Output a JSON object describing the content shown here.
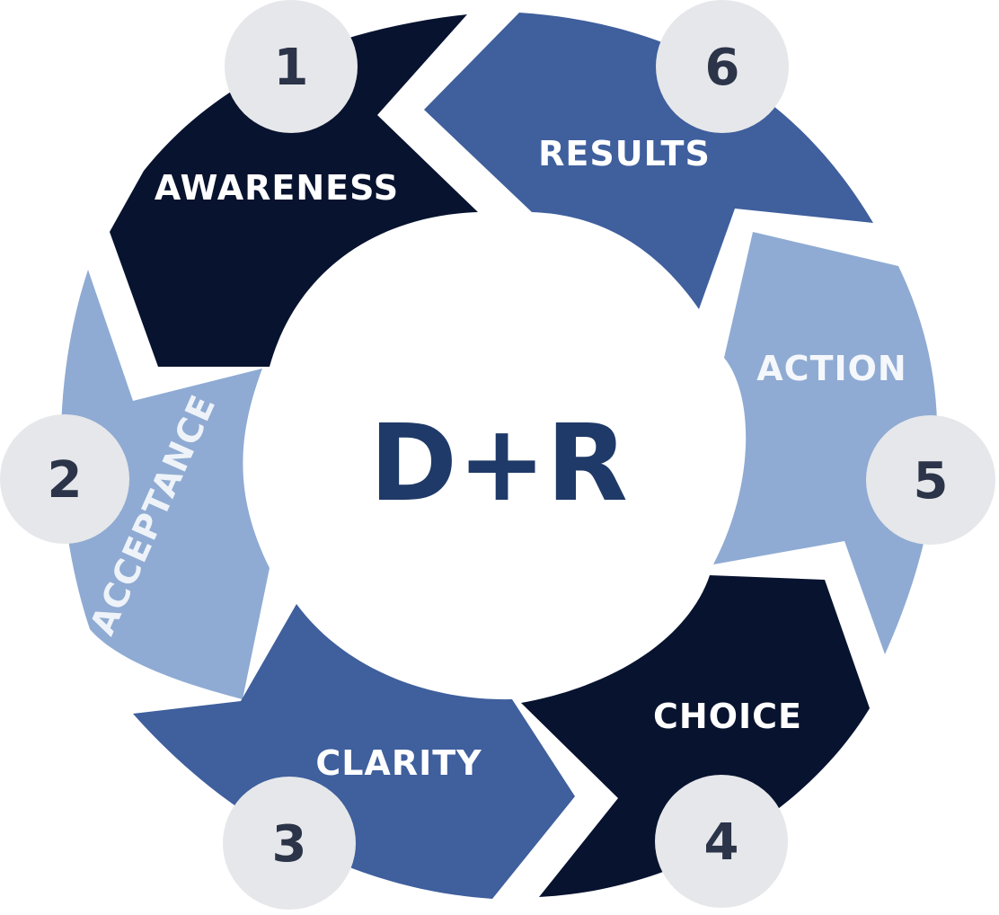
{
  "diagram": {
    "center_label": "D+R",
    "colors": {
      "dark": "#07132f",
      "medium": "#3f5f9d",
      "light": "#8fabd3",
      "badge": "#e6e7ea",
      "number": "#2b3448",
      "center": "#1f3a68"
    },
    "steps": [
      {
        "number": "1",
        "label": "AWARENESS",
        "shade": "dark"
      },
      {
        "number": "2",
        "label": "ACCEPTANCE",
        "shade": "light"
      },
      {
        "number": "3",
        "label": "CLARITY",
        "shade": "medium"
      },
      {
        "number": "4",
        "label": "CHOICE",
        "shade": "dark"
      },
      {
        "number": "5",
        "label": "ACTION",
        "shade": "light"
      },
      {
        "number": "6",
        "label": "RESULTS",
        "shade": "medium"
      }
    ]
  }
}
